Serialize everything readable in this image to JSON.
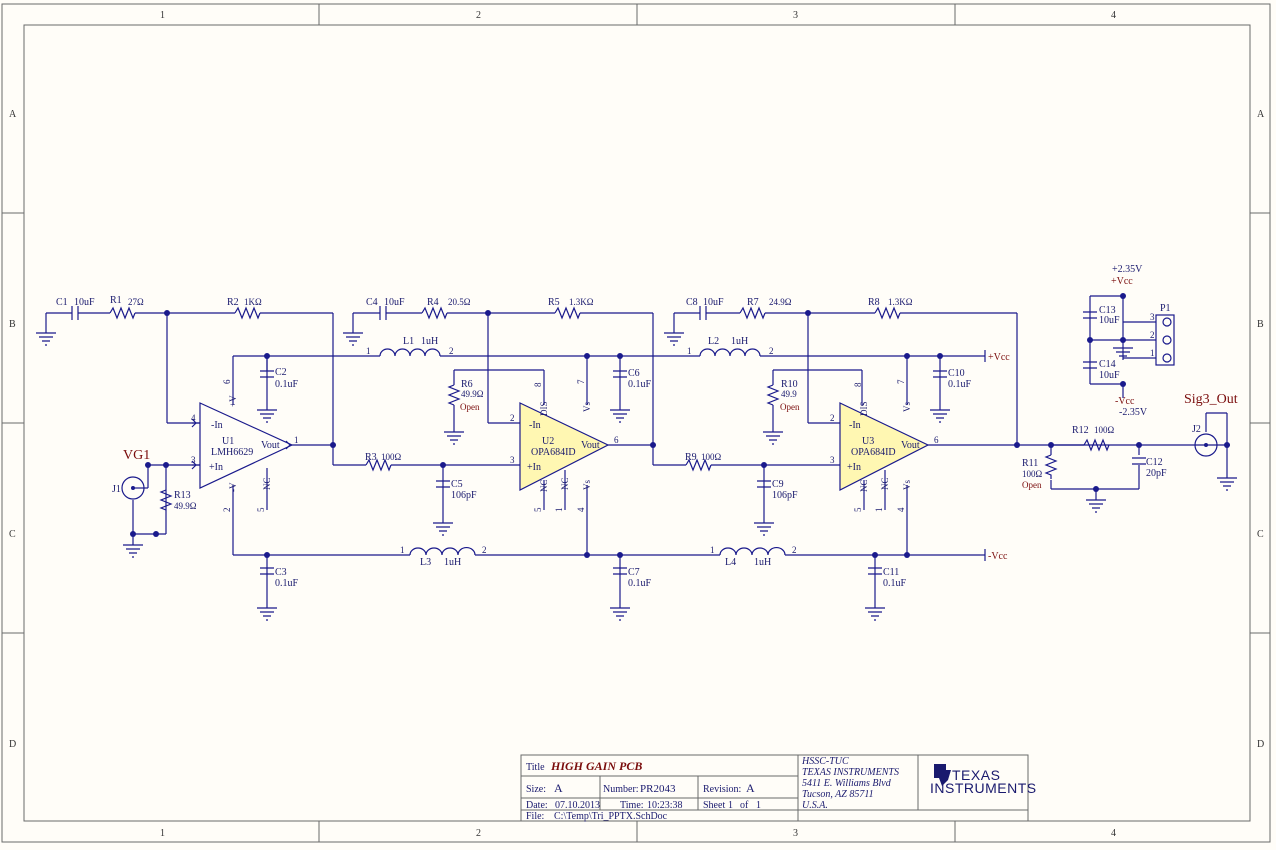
{
  "frame": {
    "columns": [
      "1",
      "2",
      "3",
      "4"
    ],
    "rows": [
      "A",
      "B",
      "C",
      "D"
    ]
  },
  "components": {
    "c1": {
      "ref": "C1",
      "value": "10uF"
    },
    "r1": {
      "ref": "R1",
      "value": "27Ω"
    },
    "r2": {
      "ref": "R2",
      "value": "1KΩ"
    },
    "c4": {
      "ref": "C4",
      "value": "10uF"
    },
    "r4": {
      "ref": "R4",
      "value": "20.5Ω"
    },
    "r5": {
      "ref": "R5",
      "value": "1.3KΩ"
    },
    "c8": {
      "ref": "C8",
      "value": "10uF"
    },
    "r7": {
      "ref": "R7",
      "value": "24.9Ω"
    },
    "r8": {
      "ref": "R8",
      "value": "1.3KΩ"
    },
    "l1": {
      "ref": "L1",
      "value": "1uH"
    },
    "l2": {
      "ref": "L2",
      "value": "1uH"
    },
    "l3": {
      "ref": "L3",
      "value": "1uH"
    },
    "l4": {
      "ref": "L4",
      "value": "1uH"
    },
    "c2": {
      "ref": "C2",
      "value": "0.1uF"
    },
    "c3": {
      "ref": "C3",
      "value": "0.1uF"
    },
    "c6": {
      "ref": "C6",
      "value": "0.1uF"
    },
    "c7": {
      "ref": "C7",
      "value": "0.1uF"
    },
    "c10": {
      "ref": "C10",
      "value": "0.1uF"
    },
    "c11": {
      "ref": "C11",
      "value": "0.1uF"
    },
    "r6": {
      "ref": "R6",
      "value": "49.9Ω",
      "note": "Open"
    },
    "r10": {
      "ref": "R10",
      "value": "49.9",
      "note": "Open"
    },
    "r3": {
      "ref": "R3",
      "value": "100Ω"
    },
    "r9": {
      "ref": "R9",
      "value": "100Ω"
    },
    "c5": {
      "ref": "C5",
      "value": "106pF"
    },
    "c9": {
      "ref": "C9",
      "value": "106pF"
    },
    "r13": {
      "ref": "R13",
      "value": "49.9Ω"
    },
    "j1": {
      "ref": "J1"
    },
    "vg1": {
      "ref": "VG1"
    },
    "r11": {
      "ref": "R11",
      "value": "100Ω",
      "note": "Open"
    },
    "r12": {
      "ref": "R12",
      "value": "100Ω"
    },
    "c12": {
      "ref": "C12",
      "value": "20pF"
    },
    "j2": {
      "ref": "J2"
    },
    "sig3": {
      "ref": "Sig3_Out"
    },
    "c13": {
      "ref": "C13",
      "value": "10uF"
    },
    "c14": {
      "ref": "C14",
      "value": "10uF"
    },
    "p1": {
      "ref": "P1"
    },
    "u1": {
      "ref": "U1",
      "part": "LMH6629"
    },
    "u2": {
      "ref": "U2",
      "part": "OPA684ID"
    },
    "u3": {
      "ref": "U3",
      "part": "OPA684ID"
    }
  },
  "nets": {
    "vcc_pos": "+Vcc",
    "vcc_neg": "-Vcc",
    "pos_voltage": "+2.35V",
    "neg_voltage": "-2.35V"
  },
  "pins": {
    "in_minus": "-In",
    "in_plus": "+In",
    "vout": "Vout",
    "vplus": "+V",
    "vminus": "-V",
    "nc": "NC",
    "vs": "Vs",
    "dis": "DIS"
  },
  "title_block": {
    "title_label": "Title",
    "title": "HIGH GAIN PCB",
    "size_label": "Size:",
    "size": "A",
    "number_label": "Number:",
    "number": "PR2043",
    "revision_label": "Revision:",
    "revision": "A",
    "date_label": "Date:",
    "date": "07.10.2013",
    "time_label": "Time:",
    "time": "10:23:38",
    "sheet_label": "Sheet",
    "sheet": "1",
    "of_label": "of",
    "of": "1",
    "file_label": "File:",
    "file": "C:\\Temp\\Tri_PPTX.SchDoc",
    "org1": "HSSC-TUC",
    "org2": "TEXAS INSTRUMENTS",
    "org3": "5411 E. Williams Blvd",
    "org4": "Tucson, AZ 85711",
    "org5": "U.S.A.",
    "logo_line1": "Texas",
    "logo_line2": "Instruments"
  }
}
